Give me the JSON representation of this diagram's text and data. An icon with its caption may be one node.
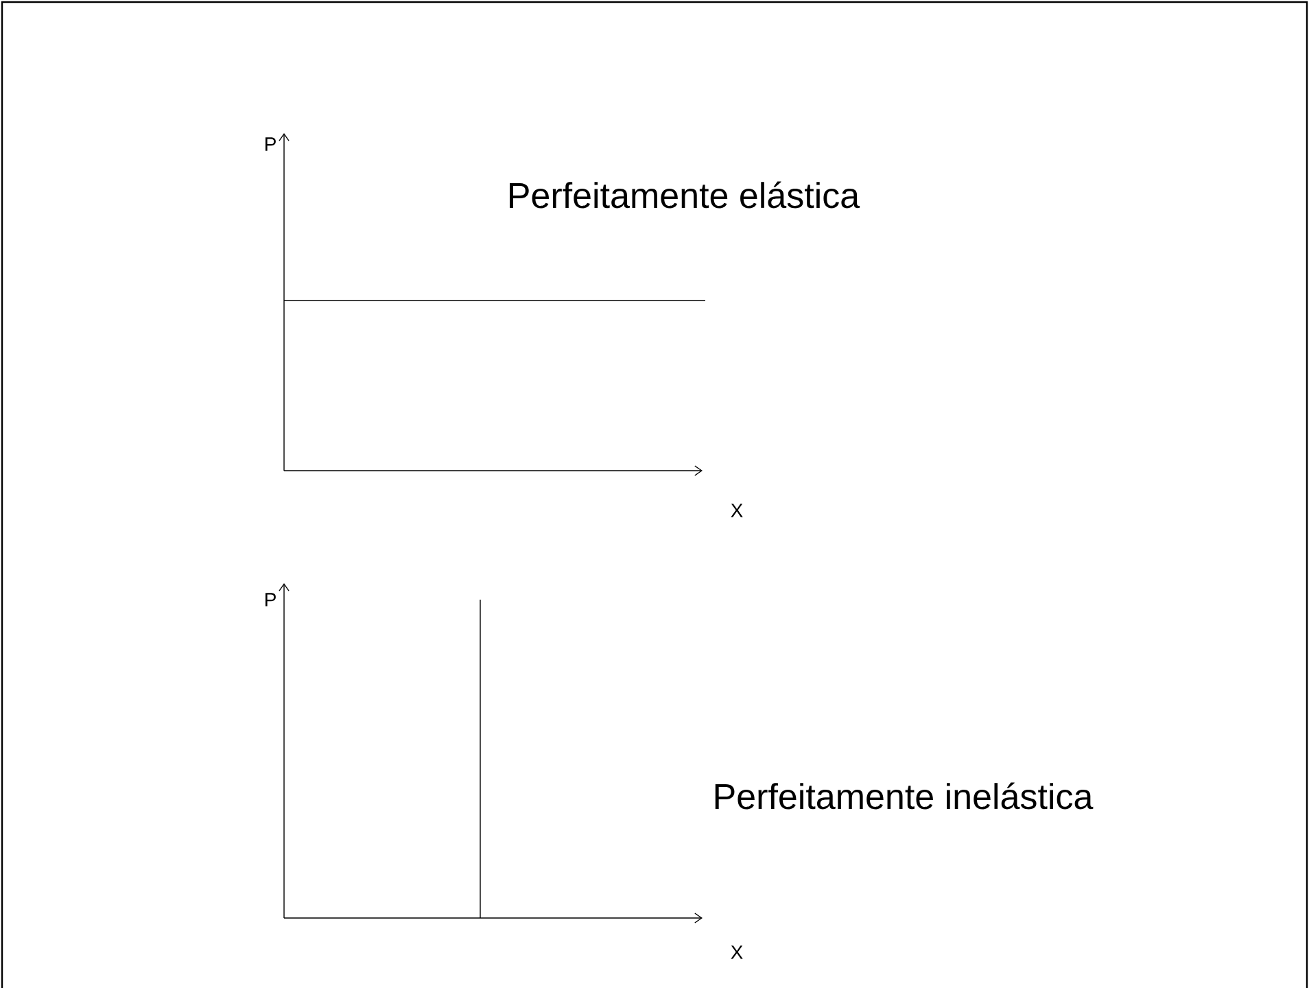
{
  "diagram": {
    "labels": [
      "P",
      "Perfeitamente elástica",
      "X",
      "P",
      "Perfeitamente inelástica",
      "X"
    ]
  }
}
